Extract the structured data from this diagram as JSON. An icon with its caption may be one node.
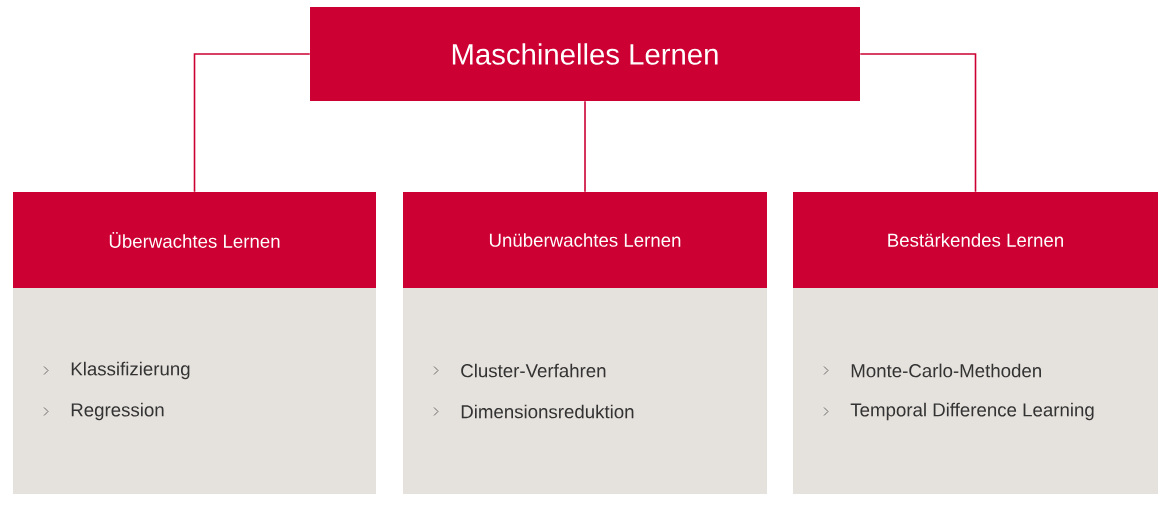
{
  "diagram": {
    "nodes": [
      {
        "text": [
          "Maschinelles Lernen"
        ]
      },
      {
        "text": [
          "Überwachtes Lernen"
        ]
      },
      {
        "text": [
          "Klassifizierung",
          "Regression"
        ]
      },
      {
        "text": [
          "Unüberwachtes Lernen"
        ]
      },
      {
        "text": [
          "Cluster-Verfahren",
          "Dimensionsreduktion"
        ]
      },
      {
        "text": [
          "Bestärkendes Lernen"
        ]
      },
      {
        "text": [
          "Monte-Carlo-Methoden",
          "Temporal Difference Learning"
        ]
      }
    ],
    "edges": [
      {
        "from": 0,
        "to": 1,
        "arrow": "none"
      },
      {
        "from": 0,
        "to": 3,
        "arrow": "none"
      },
      {
        "from": 0,
        "to": 5,
        "arrow": "none"
      }
    ]
  }
}
